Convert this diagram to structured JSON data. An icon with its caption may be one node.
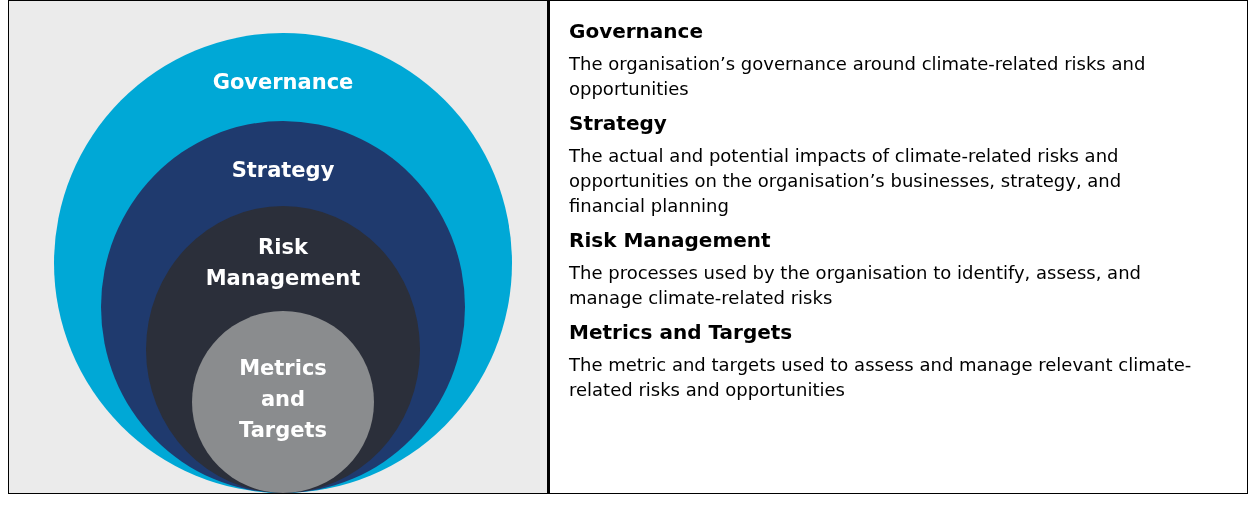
{
  "diagram": {
    "nodes": [
      {
        "text": [
          "Governance"
        ]
      },
      {
        "text": [
          "Strategy"
        ],
        "in": 0
      },
      {
        "text": [
          "Risk Management"
        ],
        "in": 1
      },
      {
        "text": [
          "Metrics and Targets"
        ],
        "in": 2
      },
      {
        "text": [
          "Governance",
          "The organisation’s governance around climate-related risks and opportunities",
          "Strategy",
          "The actual and potential impacts of climate-related risks and opportunities on the organisation’s businesses, strategy, and financial planning",
          "Risk Management",
          "The processes used by the organisation to identify, assess, and manage climate-related risks",
          "Metrics and Targets",
          "The metric and targets used to assess and manage relevant climate-related risks and opportunities"
        ]
      }
    ],
    "edges": []
  }
}
